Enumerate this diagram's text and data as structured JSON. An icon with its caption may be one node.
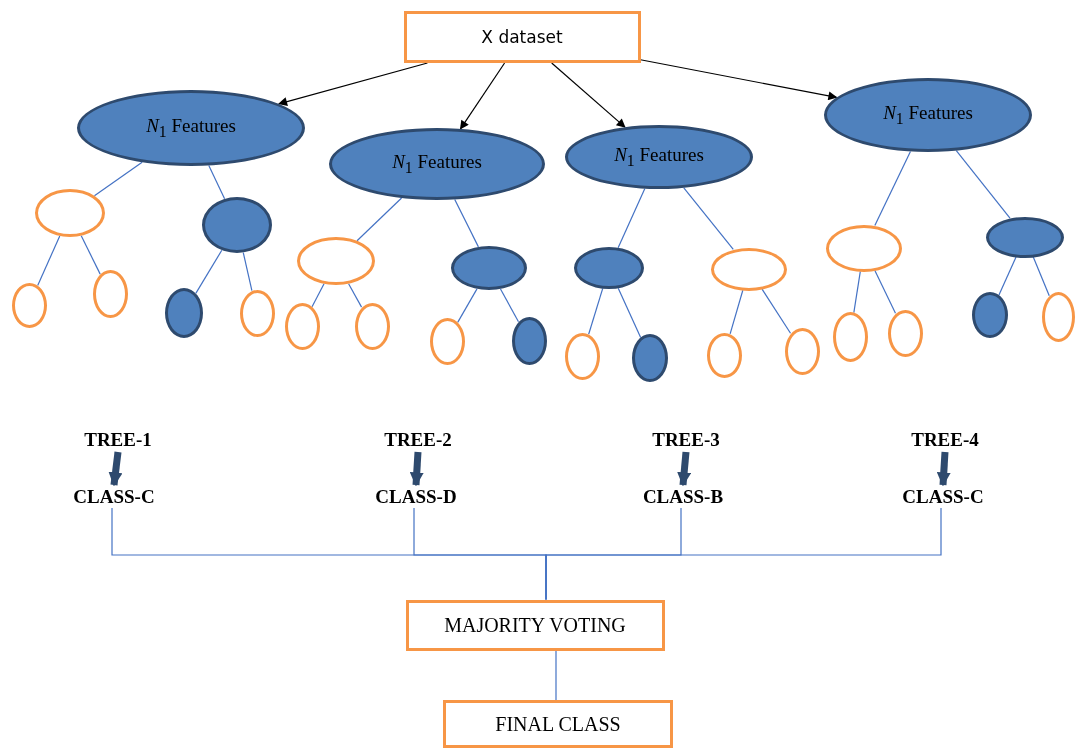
{
  "diagram": {
    "nodes": [
      {
        "text": [
          "X dataset"
        ]
      },
      {
        "text": [
          "*N*$_{1}$ Features"
        ]
      },
      {
        "text": [
          "*N*$_{1}$ Features"
        ]
      },
      {
        "text": [
          "*N*$_{1}$ Features"
        ]
      },
      {
        "text": [
          "*N*$_{1}$ Features"
        ]
      },
      {
        "text": [],
        "shape": "circle"
      },
      {
        "text": [],
        "shape": "circle"
      },
      {
        "text": [],
        "shape": "circle"
      },
      {
        "text": [],
        "shape": "circle"
      },
      {
        "text": [],
        "shape": "circle"
      },
      {
        "text": [],
        "shape": "circle"
      },
      {
        "text": [],
        "shape": "circle"
      },
      {
        "text": [],
        "shape": "circle"
      },
      {
        "text": [],
        "shape": "circle"
      },
      {
        "text": [],
        "shape": "circle"
      },
      {
        "text": [],
        "shape": "circle"
      },
      {
        "text": [],
        "shape": "circle"
      },
      {
        "text": [],
        "shape": "circle"
      },
      {
        "text": [],
        "shape": "circle"
      },
      {
        "text": [],
        "shape": "circle"
      },
      {
        "text": [],
        "shape": "circle"
      },
      {
        "text": [],
        "shape": "circle"
      },
      {
        "text": [],
        "shape": "circle"
      },
      {
        "text": [],
        "shape": "circle"
      },
      {
        "text": [],
        "shape": "circle"
      },
      {
        "text": [],
        "shape": "circle"
      },
      {
        "text": [],
        "shape": "circle"
      },
      {
        "text": [],
        "shape": "circle"
      },
      {
        "text": [],
        "shape": "circle"
      },
      {
        "text": [
          "TREE-1"
        ]
      },
      {
        "text": [
          "TREE-2"
        ]
      },
      {
        "text": [
          "TREE-3"
        ]
      },
      {
        "text": [
          "TREE-4"
        ]
      },
      {
        "text": [
          "CLASS-C"
        ]
      },
      {
        "text": [
          "CLASS-D"
        ]
      },
      {
        "text": [
          "CLASS-B"
        ]
      },
      {
        "text": [
          "CLASS-C"
        ]
      },
      {
        "text": [
          "MAJORITY VOTING"
        ]
      },
      {
        "text": [
          "FINAL CLASS"
        ]
      }
    ],
    "edges": [
      {
        "from": 0,
        "to": 1,
        "arrow": "to",
        "color": "#000000"
      },
      {
        "from": 0,
        "to": 2,
        "arrow": "to",
        "color": "#000000"
      },
      {
        "from": 0,
        "to": 3,
        "arrow": "to",
        "color": "#000000"
      },
      {
        "from": 0,
        "to": 4,
        "arrow": "to",
        "color": "#000000"
      },
      {
        "from": 1,
        "to": 5,
        "arrow": "none"
      },
      {
        "from": 1,
        "to": 6,
        "arrow": "none"
      },
      {
        "from": 5,
        "to": 7,
        "arrow": "none"
      },
      {
        "from": 5,
        "to": 8,
        "arrow": "none"
      },
      {
        "from": 6,
        "to": 9,
        "arrow": "none"
      },
      {
        "from": 6,
        "to": 10,
        "arrow": "none"
      },
      {
        "from": 2,
        "to": 11,
        "arrow": "none"
      },
      {
        "from": 2,
        "to": 12,
        "arrow": "none"
      },
      {
        "from": 11,
        "to": 13,
        "arrow": "none"
      },
      {
        "from": 11,
        "to": 14,
        "arrow": "none"
      },
      {
        "from": 12,
        "to": 15,
        "arrow": "none"
      },
      {
        "from": 12,
        "to": 16,
        "arrow": "none"
      },
      {
        "from": 3,
        "to": 17,
        "arrow": "none"
      },
      {
        "from": 3,
        "to": 18,
        "arrow": "none"
      },
      {
        "from": 17,
        "to": 19,
        "arrow": "none"
      },
      {
        "from": 17,
        "to": 20,
        "arrow": "none"
      },
      {
        "from": 18,
        "to": 21,
        "arrow": "none"
      },
      {
        "from": 18,
        "to": 22,
        "arrow": "none"
      },
      {
        "from": 4,
        "to": 23,
        "arrow": "none"
      },
      {
        "from": 4,
        "to": 24,
        "arrow": "none"
      },
      {
        "from": 23,
        "to": 25,
        "arrow": "none"
      },
      {
        "from": 23,
        "to": 26,
        "arrow": "none"
      },
      {
        "from": 24,
        "to": 27,
        "arrow": "none"
      },
      {
        "from": 24,
        "to": 28,
        "arrow": "none"
      },
      {
        "from": 29,
        "to": 33,
        "arrow": "to",
        "style": "thick",
        "color": "#2e4a6e"
      },
      {
        "from": 30,
        "to": 34,
        "arrow": "to",
        "style": "thick",
        "color": "#2e4a6e"
      },
      {
        "from": 31,
        "to": 35,
        "arrow": "to",
        "style": "thick",
        "color": "#2e4a6e"
      },
      {
        "from": 32,
        "to": 36,
        "arrow": "to",
        "style": "thick",
        "color": "#2e4a6e"
      },
      {
        "from": 33,
        "to": 37,
        "arrow": "none"
      },
      {
        "from": 34,
        "to": 37,
        "arrow": "none"
      },
      {
        "from": 35,
        "to": 37,
        "arrow": "none"
      },
      {
        "from": 36,
        "to": 37,
        "arrow": "none"
      },
      {
        "from": 37,
        "to": 38,
        "arrow": "none"
      }
    ]
  }
}
